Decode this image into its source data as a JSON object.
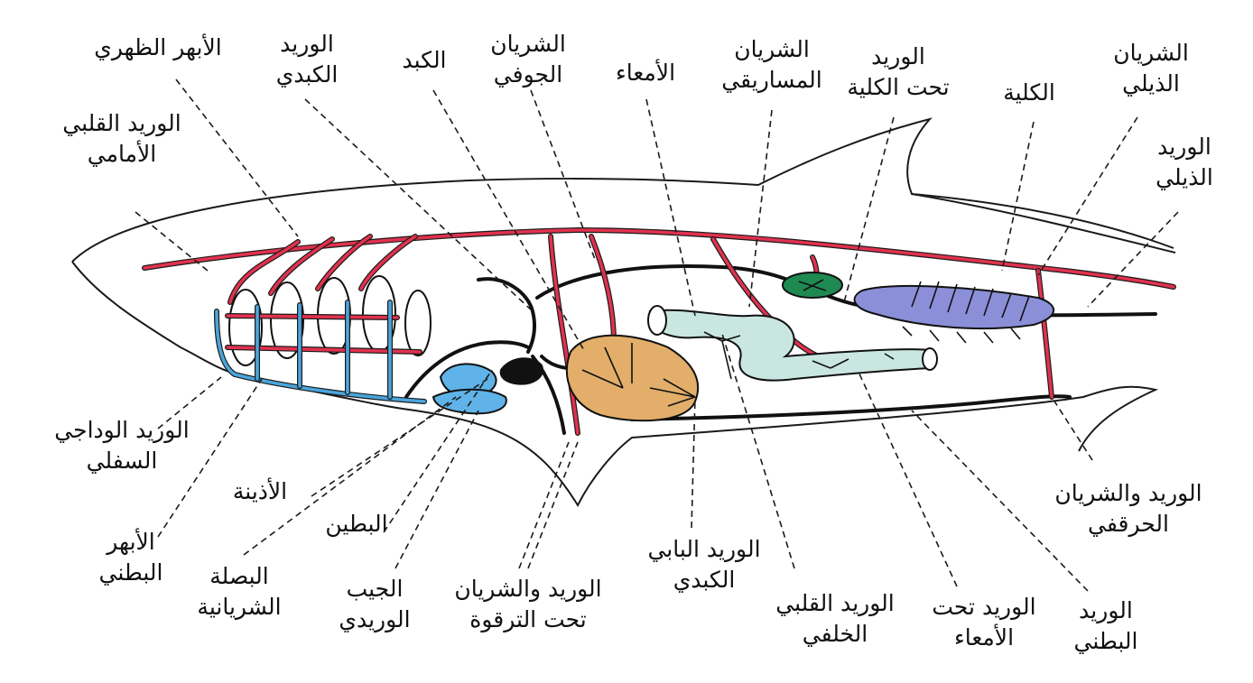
{
  "colors": {
    "artery": "#e0324e",
    "vein_blue": "#4aa6dc",
    "liver": "#e2ae6a",
    "intestine": "#c9e6e0",
    "kidney": "#8b8fd8",
    "gonad": "#1e8a52",
    "heart_blue": "#5fb3e8"
  },
  "labels": {
    "dorsal_aorta": "الأبهر الظهري",
    "hepatic_vein_1": "الوريد",
    "hepatic_vein_2": "الكبدي",
    "liver": "الكبد",
    "coeliac_artery_1": "الشريان",
    "coeliac_artery_2": "الجوفي",
    "intestines": "الأمعاء",
    "mesenteric_artery_1": "الشريان",
    "mesenteric_artery_2": "المساريقي",
    "subrenal_vein_1": "الوريد",
    "subrenal_vein_2": "تحت الكلية",
    "kidney": "الكلية",
    "caudal_artery_1": "الشريان",
    "caudal_artery_2": "الذيلي",
    "caudal_vein_1": "الوريد",
    "caudal_vein_2": "الذيلي",
    "anterior_cardinal_vein_1": "الوريد القلبي",
    "anterior_cardinal_vein_2": "الأمامي",
    "inferior_jugular_vein_1": "الوريد الوداجي",
    "inferior_jugular_vein_2": "السفلي",
    "atrium": "الأذينة",
    "ventral_aorta_1": "الأبهر",
    "ventral_aorta_2": "البطني",
    "conus_arteriosus_1": "البصلة",
    "conus_arteriosus_2": "الشريانية",
    "ventricle": "البطين",
    "sinus_venosus_1": "الجيب",
    "sinus_venosus_2": "الوريدي",
    "subclavian_1": "الوريد والشريان",
    "subclavian_2": "تحت الترقوة",
    "hepatic_portal_vein_1": "الوريد البابي",
    "hepatic_portal_vein_2": "الكبدي",
    "posterior_cardinal_vein_1": "الوريد القلبي",
    "posterior_cardinal_vein_2": "الخلفي",
    "subintestinal_vein_1": "الوريد تحت",
    "subintestinal_vein_2": "الأمعاء",
    "ventral_vein_1": "الوريد",
    "ventral_vein_2": "البطني",
    "iliac_1": "الوريد والشريان",
    "iliac_2": "الحرقفي"
  }
}
